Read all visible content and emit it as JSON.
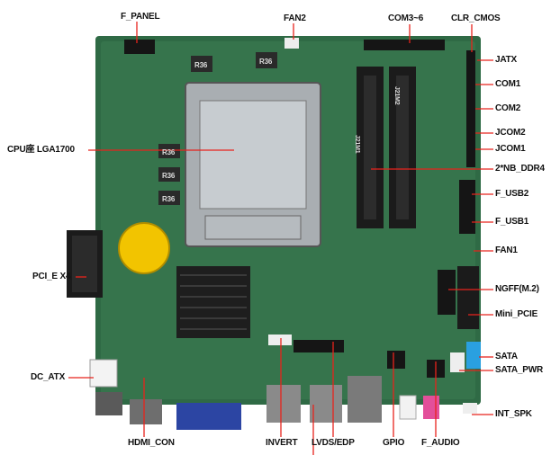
{
  "labels": {
    "f_panel": "F_PANEL",
    "fan2": "FAN2",
    "com3_6": "COM3~6",
    "clr_cmos": "CLR_CMOS",
    "jatx": "JATX",
    "com1": "COM1",
    "com2": "COM2",
    "jcom2": "JCOM2",
    "jcom1": "JCOM1",
    "cpu": "CPU座 LGA1700",
    "nb_ddr4": "2*NB_DDR4",
    "f_usb2": "F_USB2",
    "f_usb1": "F_USB1",
    "fan1": "FAN1",
    "pcie_x4": "PCI_E X4",
    "ngff": "NGFF(M.2)",
    "mini_pcie": "Mini_PCIE",
    "sata": "SATA",
    "sata_pwr": "SATA_PWR",
    "dc_atx": "DC_ATX",
    "int_spk": "INT_SPK",
    "hdmi_con": "HDMI_CON",
    "invert": "INVERT",
    "lvds_edp": "LVDS/EDP",
    "gpio": "GPIO",
    "f_audio": "F_AUDIO"
  },
  "board_marks": {
    "r36": "R36",
    "dimm_a": "J21M1",
    "dimm_b": "J21M2"
  },
  "colors": {
    "leader": "#e8231c",
    "label": "#111111",
    "pcb": "#2f6a45",
    "pcb_light": "#3f7f55"
  }
}
